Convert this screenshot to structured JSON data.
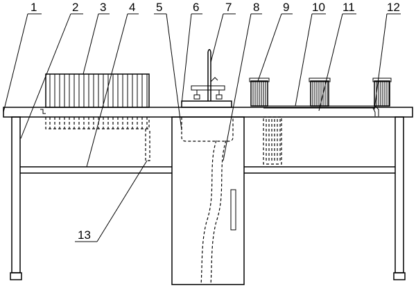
{
  "labels": [
    {
      "id": "1",
      "text": "1"
    },
    {
      "id": "2",
      "text": "2"
    },
    {
      "id": "3",
      "text": "3"
    },
    {
      "id": "4",
      "text": "4"
    },
    {
      "id": "5",
      "text": "5"
    },
    {
      "id": "6",
      "text": "6"
    },
    {
      "id": "7",
      "text": "7"
    },
    {
      "id": "8",
      "text": "8"
    },
    {
      "id": "9",
      "text": "9"
    },
    {
      "id": "10",
      "text": "10"
    },
    {
      "id": "11",
      "text": "11"
    },
    {
      "id": "12",
      "text": "12"
    },
    {
      "id": "13",
      "text": "13"
    }
  ],
  "colors": {
    "line": "#000000",
    "background": "#ffffff"
  }
}
